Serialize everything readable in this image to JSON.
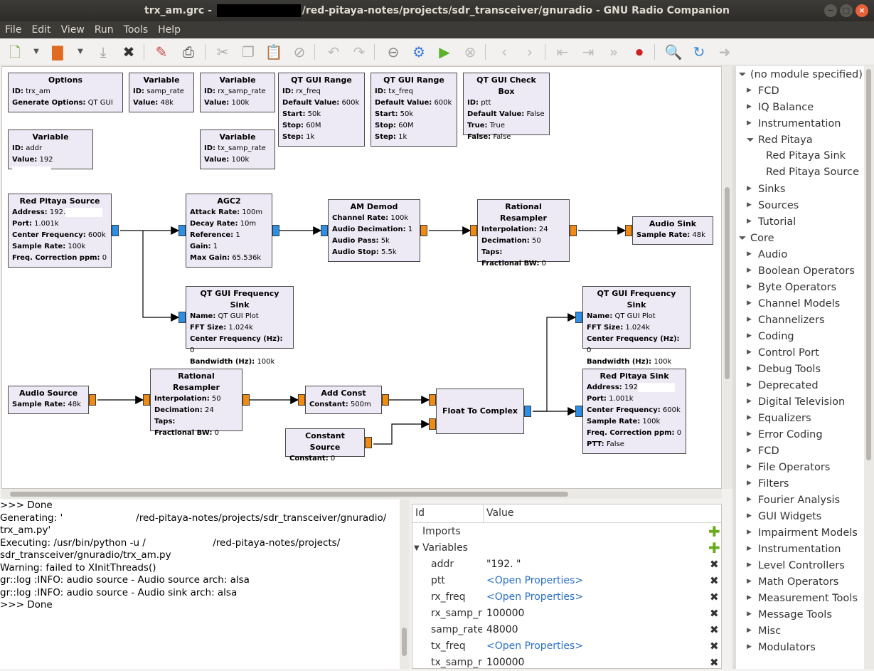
{
  "window": {
    "title_prefix": "trx_am.grc - ",
    "title_suffix": "/red-pitaya-notes/projects/sdr_transceiver/gnuradio - GNU Radio Companion",
    "buttons": [
      "−",
      "□",
      "×"
    ]
  },
  "menu": [
    "File",
    "Edit",
    "View",
    "Run",
    "Tools",
    "Help"
  ],
  "blocks": {
    "options": {
      "title": "Options",
      "rows": [
        [
          "ID:",
          " trx_am"
        ],
        [
          "Generate Options:",
          " QT GUI"
        ]
      ]
    },
    "var_samp": {
      "title": "Variable",
      "rows": [
        [
          "ID:",
          " samp_rate"
        ],
        [
          "Value:",
          " 48k"
        ]
      ]
    },
    "var_rxsamp": {
      "title": "Variable",
      "rows": [
        [
          "ID:",
          " rx_samp_rate"
        ],
        [
          "Value:",
          " 100k"
        ]
      ]
    },
    "range_rx": {
      "title": "QT GUI Range",
      "rows": [
        [
          "ID:",
          " rx_freq"
        ],
        [
          "Default Value:",
          " 600k"
        ],
        [
          "Start:",
          " 50k"
        ],
        [
          "Stop:",
          " 60M"
        ],
        [
          "Step:",
          " 1k"
        ]
      ]
    },
    "range_tx": {
      "title": "QT GUI Range",
      "rows": [
        [
          "ID:",
          " tx_freq"
        ],
        [
          "Default Value:",
          " 600k"
        ],
        [
          "Start:",
          " 50k"
        ],
        [
          "Stop:",
          " 60M"
        ],
        [
          "Step:",
          " 1k"
        ]
      ]
    },
    "checkbox": {
      "title": "QT GUI Check Box",
      "rows": [
        [
          "ID:",
          " ptt"
        ],
        [
          "Default Value:",
          " False"
        ],
        [
          "True:",
          " True"
        ],
        [
          "False:",
          " False"
        ]
      ]
    },
    "var_addr": {
      "title": "Variable",
      "rows": [
        [
          "ID:",
          " addr"
        ],
        [
          "Value:",
          " 192"
        ]
      ]
    },
    "var_txsamp": {
      "title": "Variable",
      "rows": [
        [
          "ID:",
          " tx_samp_rate"
        ],
        [
          "Value:",
          " 100k"
        ]
      ]
    },
    "rp_source": {
      "title": "Red Pitaya Source",
      "rows": [
        [
          "Address:",
          " 192."
        ],
        [
          "Port:",
          " 1.001k"
        ],
        [
          "Center Frequency:",
          " 600k"
        ],
        [
          "Sample Rate:",
          " 100k"
        ],
        [
          "Freq. Correction ppm:",
          " 0"
        ]
      ]
    },
    "agc2": {
      "title": "AGC2",
      "rows": [
        [
          "Attack Rate:",
          " 100m"
        ],
        [
          "Decay Rate:",
          " 10m"
        ],
        [
          "Reference:",
          " 1"
        ],
        [
          "Gain:",
          " 1"
        ],
        [
          "Max Gain:",
          " 65.536k"
        ]
      ]
    },
    "am_demod": {
      "title": "AM Demod",
      "rows": [
        [
          "Channel Rate:",
          " 100k"
        ],
        [
          "Audio Decimation:",
          " 1"
        ],
        [
          "Audio Pass:",
          " 5k"
        ],
        [
          "Audio Stop:",
          " 5.5k"
        ]
      ]
    },
    "resamp1": {
      "title": "Rational Resampler",
      "rows": [
        [
          "Interpolation:",
          " 24"
        ],
        [
          "Decimation:",
          " 50"
        ],
        [
          "Taps:",
          ""
        ],
        [
          "Fractional BW:",
          " 0"
        ]
      ]
    },
    "audio_sink": {
      "title": "Audio Sink",
      "rows": [
        [
          "Sample Rate:",
          " 48k"
        ]
      ]
    },
    "freq_sink1": {
      "title": "QT GUI Frequency Sink",
      "rows": [
        [
          "Name:",
          " QT GUI Plot"
        ],
        [
          "FFT Size:",
          " 1.024k"
        ],
        [
          "Center Frequency (Hz):",
          " 0"
        ],
        [
          "Bandwidth (Hz):",
          " 100k"
        ]
      ]
    },
    "freq_sink2": {
      "title": "QT GUI Frequency Sink",
      "rows": [
        [
          "Name:",
          " QT GUI Plot"
        ],
        [
          "FFT Size:",
          " 1.024k"
        ],
        [
          "Center Frequency (Hz):",
          " 0"
        ],
        [
          "Bandwidth (Hz):",
          " 100k"
        ]
      ]
    },
    "audio_source": {
      "title": "Audio Source",
      "rows": [
        [
          "Sample Rate:",
          " 48k"
        ]
      ]
    },
    "resamp2": {
      "title": "Rational Resampler",
      "rows": [
        [
          "Interpolation:",
          " 50"
        ],
        [
          "Decimation:",
          " 24"
        ],
        [
          "Taps:",
          ""
        ],
        [
          "Fractional BW:",
          " 0"
        ]
      ]
    },
    "add_const": {
      "title": "Add Const",
      "rows": [
        [
          "Constant:",
          " 500m"
        ]
      ]
    },
    "const_source": {
      "title": "Constant Source",
      "rows": [
        [
          "Constant:",
          " 0"
        ]
      ]
    },
    "float_complex": {
      "title": "Float To Complex",
      "rows": []
    },
    "rp_sink": {
      "title": "Red Pitaya Sink",
      "rows": [
        [
          "Address:",
          " 192"
        ],
        [
          "Port:",
          " 1.001k"
        ],
        [
          "Center Frequency:",
          " 600k"
        ],
        [
          "Sample Rate:",
          " 100k"
        ],
        [
          "Freq. Correction ppm:",
          " 0"
        ],
        [
          "PTT:",
          " False"
        ]
      ]
    }
  },
  "console": {
    "lines": [
      ">>> Done",
      "",
      "Generating: '                        /red-pitaya-notes/projects/sdr_transceiver/gnuradio/",
      "trx_am.py'",
      "",
      "Executing: /usr/bin/python -u /                      /red-pitaya-notes/projects/",
      "sdr_transceiver/gnuradio/trx_am.py",
      "",
      "Warning: failed to XInitThreads()",
      "gr::log :INFO: audio source - Audio source arch: alsa",
      "gr::log :INFO: audio source - Audio sink arch: alsa",
      "",
      ">>> Done"
    ]
  },
  "vars": {
    "col_id": "Id",
    "col_value": "Value",
    "imports": "Imports",
    "variables": "Variables",
    "rows": [
      {
        "id": "addr",
        "value": "\"192.                 \"",
        "link": false
      },
      {
        "id": "ptt",
        "value": "<Open Properties>",
        "link": true
      },
      {
        "id": "rx_freq",
        "value": "<Open Properties>",
        "link": true
      },
      {
        "id": "rx_samp_rate",
        "value": "100000",
        "link": false
      },
      {
        "id": "samp_rate",
        "value": "48000",
        "link": false
      },
      {
        "id": "tx_freq",
        "value": "<Open Properties>",
        "link": true
      },
      {
        "id": "tx_samp_rate",
        "value": "100000",
        "link": false
      }
    ]
  },
  "tree": [
    {
      "label": "(no module specified)",
      "level": 0,
      "arrow": "down"
    },
    {
      "label": "FCD",
      "level": 1,
      "arrow": "right"
    },
    {
      "label": "IQ Balance",
      "level": 1,
      "arrow": "right"
    },
    {
      "label": "Instrumentation",
      "level": 1,
      "arrow": "right"
    },
    {
      "label": "Red Pitaya",
      "level": 1,
      "arrow": "down"
    },
    {
      "label": "Red Pitaya Sink",
      "level": 2,
      "arrow": ""
    },
    {
      "label": "Red Pitaya Source",
      "level": 2,
      "arrow": ""
    },
    {
      "label": "Sinks",
      "level": 1,
      "arrow": "right"
    },
    {
      "label": "Sources",
      "level": 1,
      "arrow": "right"
    },
    {
      "label": "Tutorial",
      "level": 1,
      "arrow": "right"
    },
    {
      "label": "Core",
      "level": 0,
      "arrow": "down"
    },
    {
      "label": "Audio",
      "level": 1,
      "arrow": "right"
    },
    {
      "label": "Boolean Operators",
      "level": 1,
      "arrow": "right"
    },
    {
      "label": "Byte Operators",
      "level": 1,
      "arrow": "right"
    },
    {
      "label": "Channel Models",
      "level": 1,
      "arrow": "right"
    },
    {
      "label": "Channelizers",
      "level": 1,
      "arrow": "right"
    },
    {
      "label": "Coding",
      "level": 1,
      "arrow": "right"
    },
    {
      "label": "Control Port",
      "level": 1,
      "arrow": "right"
    },
    {
      "label": "Debug Tools",
      "level": 1,
      "arrow": "right"
    },
    {
      "label": "Deprecated",
      "level": 1,
      "arrow": "right"
    },
    {
      "label": "Digital Television",
      "level": 1,
      "arrow": "right"
    },
    {
      "label": "Equalizers",
      "level": 1,
      "arrow": "right"
    },
    {
      "label": "Error Coding",
      "level": 1,
      "arrow": "right"
    },
    {
      "label": "FCD",
      "level": 1,
      "arrow": "right"
    },
    {
      "label": "File Operators",
      "level": 1,
      "arrow": "right"
    },
    {
      "label": "Filters",
      "level": 1,
      "arrow": "right"
    },
    {
      "label": "Fourier Analysis",
      "level": 1,
      "arrow": "right"
    },
    {
      "label": "GUI Widgets",
      "level": 1,
      "arrow": "right"
    },
    {
      "label": "Impairment Models",
      "level": 1,
      "arrow": "right"
    },
    {
      "label": "Instrumentation",
      "level": 1,
      "arrow": "right"
    },
    {
      "label": "Level Controllers",
      "level": 1,
      "arrow": "right"
    },
    {
      "label": "Math Operators",
      "level": 1,
      "arrow": "right"
    },
    {
      "label": "Measurement Tools",
      "level": 1,
      "arrow": "right"
    },
    {
      "label": "Message Tools",
      "level": 1,
      "arrow": "right"
    },
    {
      "label": "Misc",
      "level": 1,
      "arrow": "right"
    },
    {
      "label": "Modulators",
      "level": 1,
      "arrow": "right"
    }
  ],
  "toolbar_icons": [
    "new-icon",
    "dropdown-icon",
    "open-icon",
    "dropdown-icon",
    "save-icon",
    "close-icon",
    "edit-icon",
    "print-icon",
    "cut-icon",
    "copy-icon",
    "paste-icon",
    "delete-icon",
    "undo-icon",
    "redo-icon",
    "disable-icon",
    "generate-icon",
    "run-icon",
    "stop-icon",
    "rotate-left-icon",
    "rotate-right-icon",
    "enable-icon",
    "bypass-icon",
    "disable-block-icon",
    "stop-record-icon",
    "find-icon",
    "reload-icon",
    "forward-icon"
  ]
}
